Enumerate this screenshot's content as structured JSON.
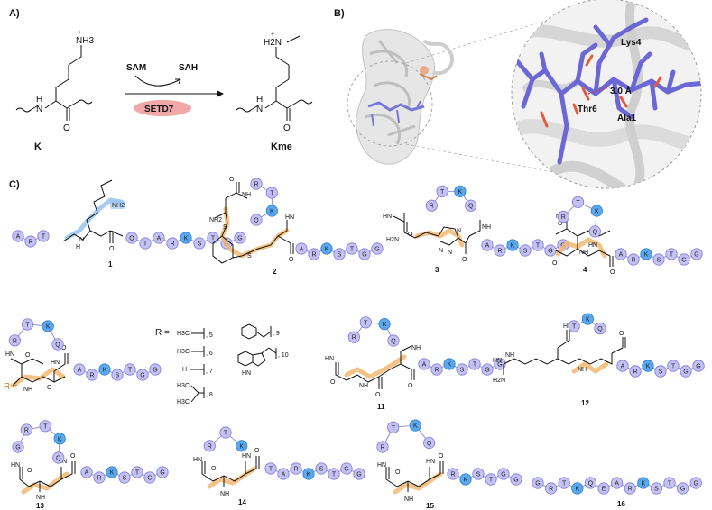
{
  "panels": {
    "a": "A)",
    "b": "B)",
    "c": "C)"
  },
  "reaction": {
    "substrate_label": "K",
    "product_label": "Kme",
    "cofactor_in": "SAM",
    "cofactor_out": "SAH",
    "enzyme": "SETD7",
    "substrate_amine": "NH3",
    "substrate_amine_charge": "+",
    "product_amine": "H2N",
    "product_amine_charge": "+",
    "nh_left": "N",
    "nh_h": "H",
    "carbonyl": "O",
    "enzyme_color": "#f0a8a8"
  },
  "structure": {
    "residue_lys4": "Lys4",
    "residue_thr6": "Thr6",
    "residue_ala1": "Ala1",
    "distance": "3.0 Å",
    "peptide_color": "#6b68d6"
  },
  "compounds": {
    "c1": "1",
    "c2": "2",
    "c3": "3",
    "c4": "4",
    "c5": "5",
    "c6": "6",
    "c7": "7",
    "c8": "8",
    "c9": "9",
    "c10": "10",
    "c11": "11",
    "c12": "12",
    "c13": "13",
    "c14": "14",
    "c15": "15",
    "c16": "16"
  },
  "r_groups": {
    "r_label": "R =",
    "r5": "H3C",
    "r6": "H3C",
    "r7": "H",
    "r8a": "H3C",
    "r8b": "H3C",
    "n5": ", 5",
    "n6": ", 6",
    "n7": ", 7",
    "n8": ", 8",
    "n9": ", 9",
    "n10": ", 10",
    "indole_nh": "HN"
  },
  "colors": {
    "bead_fill": "#c4c2f4",
    "bead_stroke": "#7b78d8",
    "bead_blue_fill": "#5aa8ee",
    "bead_blue_stroke": "#2f7fd0",
    "staple": "#f2b872",
    "lysine_highlight": "#9cc7ee"
  },
  "sequences": {
    "s1_left": [
      "A",
      "R",
      "T"
    ],
    "s1_right": [
      "Q",
      "T",
      "A",
      "R",
      "K",
      "S",
      "T",
      "G",
      "G"
    ],
    "s2_loop": [
      "R",
      "T",
      "K",
      "Q"
    ],
    "s2_tail": [
      "A",
      "R",
      "K",
      "S",
      "T",
      "G",
      "G"
    ],
    "s3_loop": [
      "R",
      "T",
      "K",
      "Q"
    ],
    "s3_tail": [
      "A",
      "R",
      "K",
      "S",
      "T",
      "G",
      "G"
    ],
    "s4_loop": [
      "R",
      "T",
      "K",
      "Q"
    ],
    "s4_tail": [
      "A",
      "R",
      "K",
      "S",
      "T",
      "G",
      "G"
    ],
    "s5_loop": [
      "R",
      "T",
      "K",
      "Q"
    ],
    "s5_tail": [
      "A",
      "R",
      "K",
      "S",
      "T",
      "G",
      "G"
    ],
    "s11_loop": [
      "R",
      "T",
      "K",
      "Q"
    ],
    "s11_tail": [
      "A",
      "R",
      "K",
      "S",
      "T",
      "G",
      "G"
    ],
    "s12_loop": [
      "T",
      "K",
      "Q"
    ],
    "s12_tail": [
      "A",
      "R",
      "K",
      "S",
      "T",
      "G",
      "G"
    ],
    "s13_loop": [
      "G",
      "R",
      "T",
      "K",
      "Q"
    ],
    "s13_tail": [
      "A",
      "R",
      "K",
      "S",
      "T",
      "G",
      "G"
    ],
    "s14_loop": [
      "R",
      "T",
      "K"
    ],
    "s14_tail": [
      "T",
      "A",
      "R",
      "K",
      "S",
      "T",
      "G",
      "G"
    ],
    "s15_loop": [
      "R",
      "T",
      "K",
      "Q"
    ],
    "s15_tail": [
      "R",
      "K",
      "S",
      "T",
      "G",
      "G"
    ],
    "s16": [
      "G",
      "R",
      "T",
      "K",
      "Q",
      "E",
      "A",
      "R",
      "K",
      "S",
      "T",
      "G",
      "G"
    ]
  },
  "atoms": {
    "N": "N",
    "NH": "NH",
    "HN": "HN",
    "O": "O",
    "S": "S",
    "NH2": "NH2",
    "H2N": "H2N",
    "HNN": "HN",
    "N_H": "H",
    "N1": "N",
    "N2": "N",
    "N3": "N"
  }
}
